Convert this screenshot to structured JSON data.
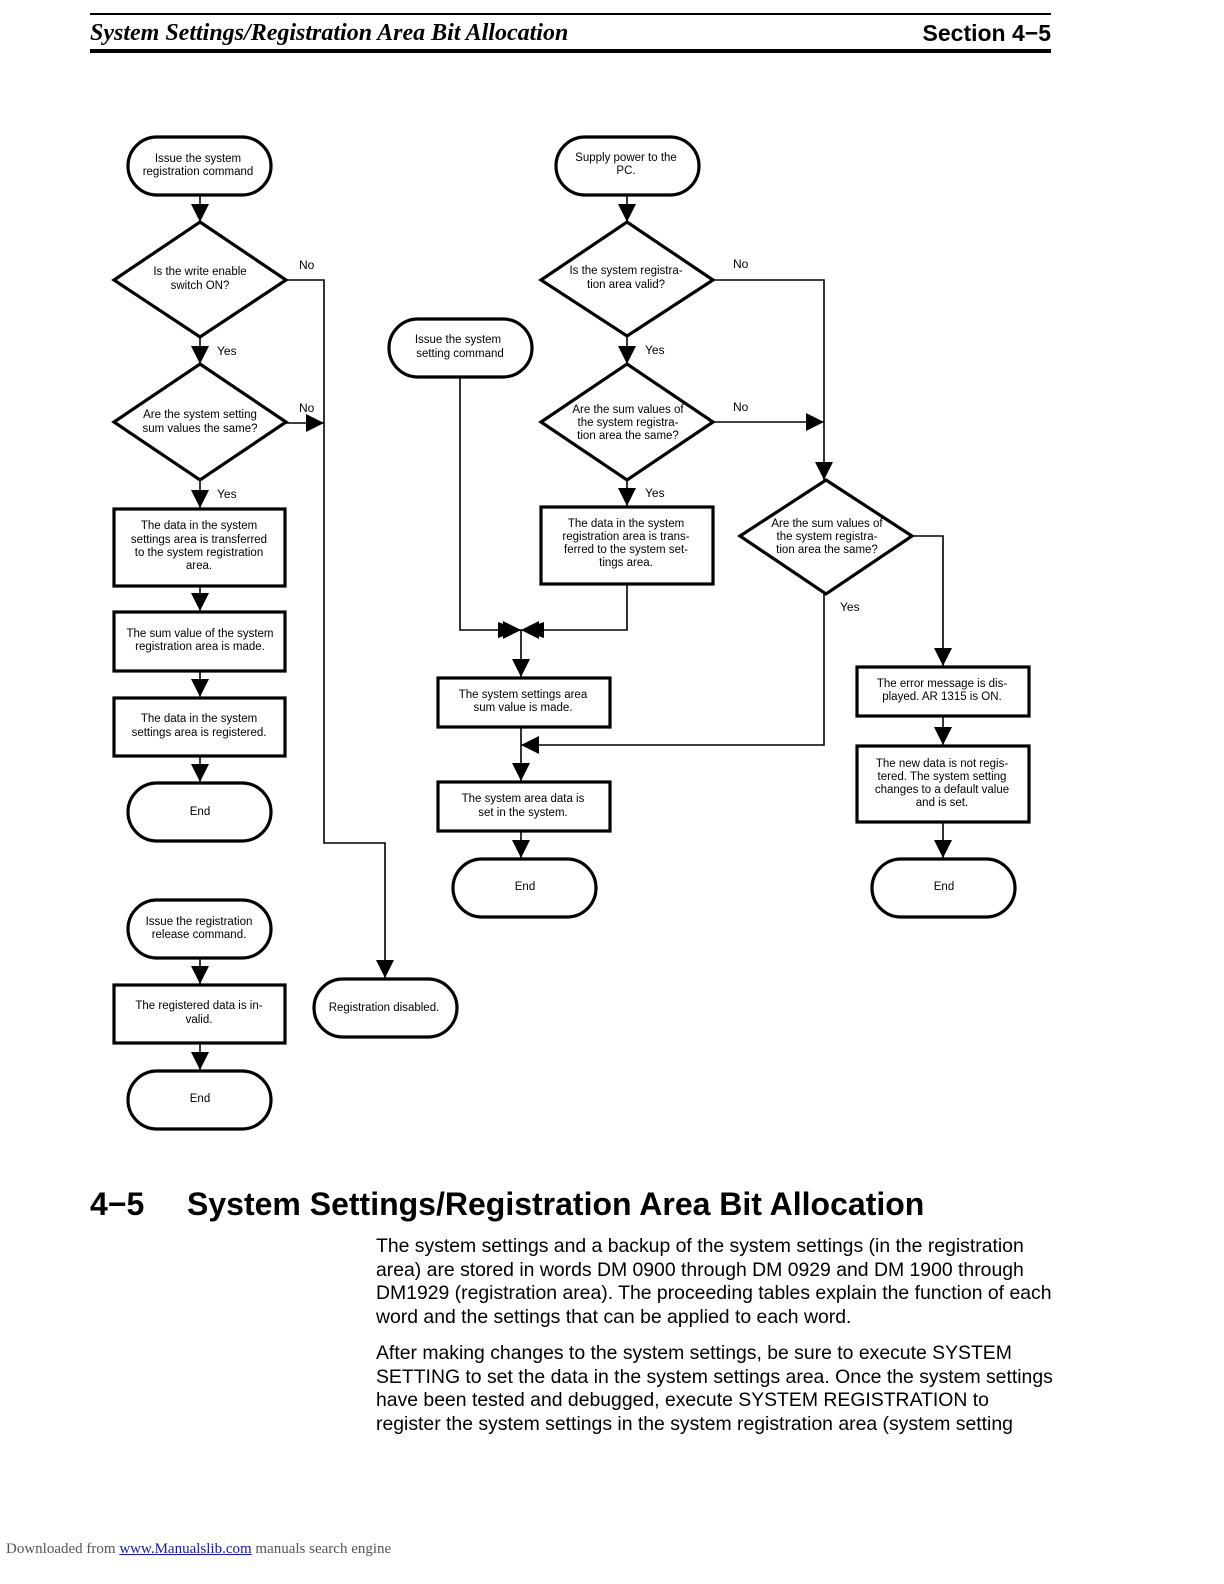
{
  "header": {
    "title": "System Settings/Registration Area Bit Allocation",
    "section": "Section 4−5"
  },
  "flowchart": {
    "registration": {
      "start": [
        "Issue the system",
        "registration command"
      ],
      "write_enable": [
        "Is the write enable",
        "switch ON?"
      ],
      "sum_same": [
        "Are the system setting",
        "sum values the same?"
      ],
      "transfer": [
        "The data in the system",
        "settings area is transferred",
        "to the system registration",
        "area."
      ],
      "sum_made": [
        "The sum value of the system",
        "registration area is made."
      ],
      "registered": [
        "The data in the system",
        "settings area is registered."
      ],
      "end": "End"
    },
    "release": {
      "start": [
        "Issue the registration",
        "release command."
      ],
      "invalid": [
        "The registered data is in-",
        "valid."
      ],
      "end": "End"
    },
    "disabled": "Registration disabled.",
    "setting": {
      "start": [
        "Issue the system",
        "setting command"
      ]
    },
    "power": {
      "start": [
        "Supply power to the",
        "PC."
      ],
      "reg_valid": [
        "Is the system registra-",
        "tion area valid?"
      ],
      "sum_same": [
        "Are the sum values of",
        "the system registra-",
        "tion area the same?"
      ],
      "transfer": [
        "The data in the system",
        "registration area is trans-",
        "ferred to the system set-",
        "tings area."
      ],
      "sum_made": [
        "The system settings area",
        "sum value is made."
      ],
      "set": [
        "The system area data is",
        "set in the system."
      ],
      "end": "End",
      "sum_same_2": [
        "Are the sum values of",
        "the system registra-",
        "tion area the same?"
      ],
      "error": [
        "The error message is dis-",
        "played. AR 1315 is ON."
      ],
      "default": [
        "The new data is not regis-",
        "tered. The system setting",
        "changes to a default value",
        "and is set."
      ],
      "end_2": "End"
    },
    "labels": {
      "yes": "Yes",
      "no": "No"
    }
  },
  "section": {
    "number": "4−5",
    "title": "System Settings/Registration Area Bit Allocation",
    "paragraphs": [
      "The system settings and a backup of the system settings (in the registration area) are stored in words DM 0900 through DM 0929 and DM 1900 through DM1929 (registration area). The proceeding tables explain the function of each word and the settings that can be applied to each word.",
      "After making changes to the system settings, be sure to execute SYSTEM SETTING to set the data in the system settings area. Once the system settings have been tested and debugged, execute SYSTEM REGISTRATION to register the system settings in the system registration area (system setting"
    ]
  },
  "footer": {
    "prefix": "Downloaded from",
    "link": "www.Manualslib.com",
    "suffix": "manuals search engine"
  }
}
